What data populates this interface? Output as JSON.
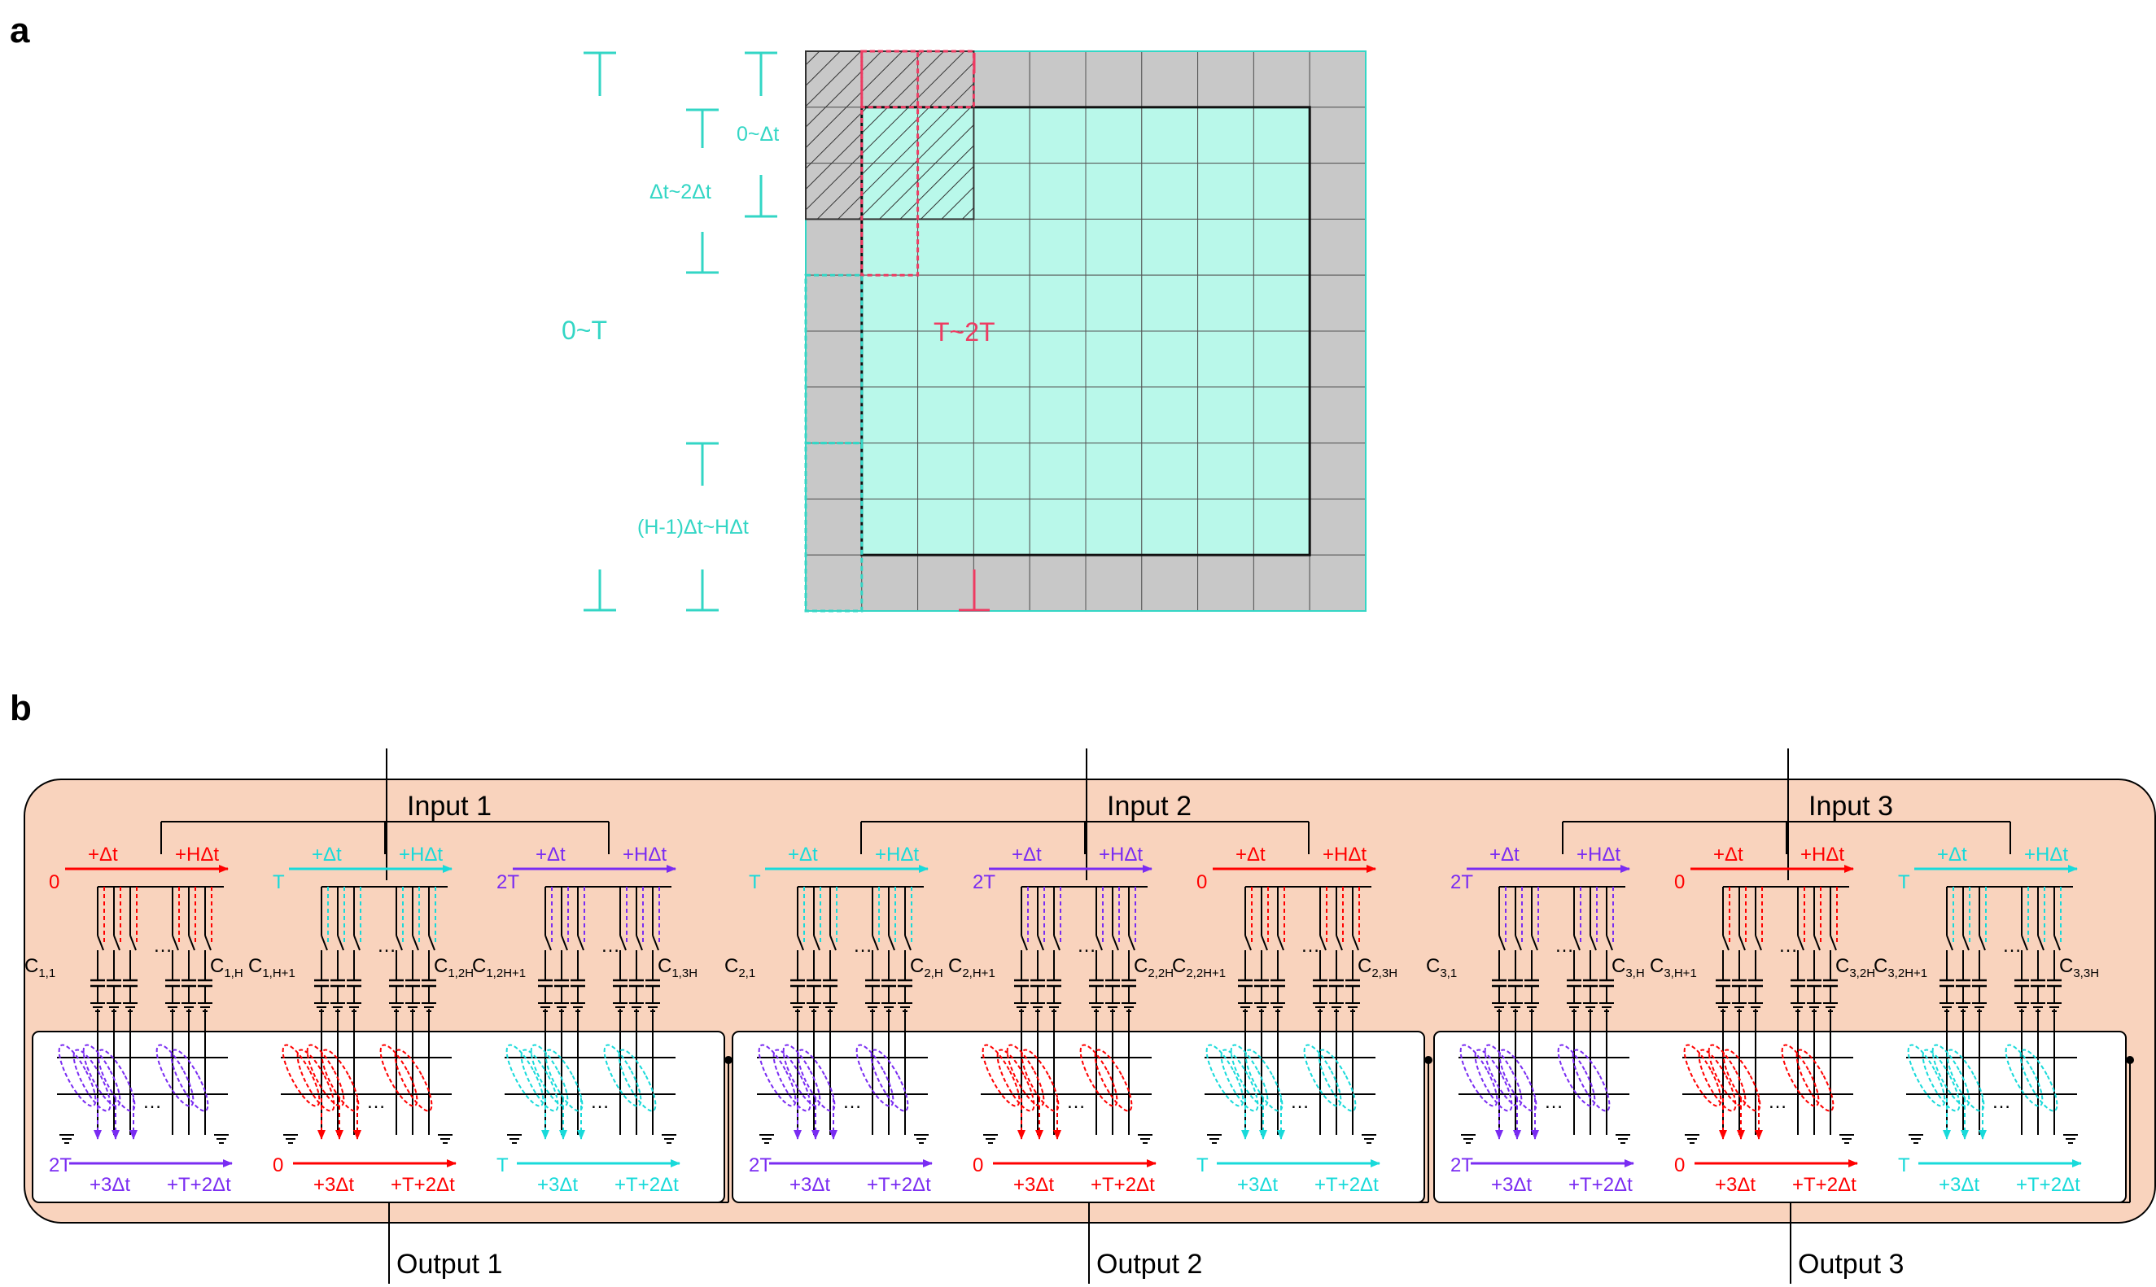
{
  "panel_a": {
    "label": "a",
    "grid": {
      "rows": 10,
      "cols": 10,
      "colors": {
        "padding": "#c8c8c8",
        "active": "#b9f8ea",
        "cyan": "#33d6c5",
        "red": "#ee3b62",
        "grid": "#555555"
      }
    },
    "labels": {
      "range_0_dt": "0~Δt",
      "range_dt_2dt": "Δt~2Δt",
      "range_0_T": "0~T",
      "range_T_2T": "T~2T",
      "range_h": "(H-1)Δt~HΔt"
    }
  },
  "panel_b": {
    "label": "b",
    "colors": {
      "background": "#f9d3bd",
      "red": "#ff0000",
      "cyan": "#18dada",
      "purple": "#7a2cf2"
    },
    "inputs": [
      "Input 1",
      "Input 2",
      "Input 3"
    ],
    "outputs": [
      "Output 1",
      "Output 2",
      "Output 3"
    ],
    "top_arrow": {
      "plus_dt": "+Δt",
      "plus_hdt": "+HΔt"
    },
    "bottom_arrow": {
      "plus_3dt": "+3Δt",
      "plus_t2dt": "+T+2Δt"
    },
    "ellipsis": "…",
    "blocks": [
      {
        "subunits": [
          {
            "start": "0",
            "color": "red",
            "cap_left": "C",
            "cap_left_sub": "1,1",
            "cap_right": "C",
            "cap_right_sub": "1,H",
            "bottom_start": "2T",
            "bottom_color": "purple"
          },
          {
            "start": "T",
            "color": "cyan",
            "cap_left": "C",
            "cap_left_sub": "1,H+1",
            "cap_right": "C",
            "cap_right_sub": "1,2H",
            "bottom_start": "0",
            "bottom_color": "red"
          },
          {
            "start": "2T",
            "color": "purple",
            "cap_left": "C",
            "cap_left_sub": "1,2H+1",
            "cap_right": "C",
            "cap_right_sub": "1,3H",
            "bottom_start": "T",
            "bottom_color": "cyan"
          }
        ]
      },
      {
        "subunits": [
          {
            "start": "T",
            "color": "cyan",
            "cap_left": "C",
            "cap_left_sub": "2,1",
            "cap_right": "C",
            "cap_right_sub": "2,H",
            "bottom_start": "2T",
            "bottom_color": "purple"
          },
          {
            "start": "2T",
            "color": "purple",
            "cap_left": "C",
            "cap_left_sub": "2,H+1",
            "cap_right": "C",
            "cap_right_sub": "2,2H",
            "bottom_start": "0",
            "bottom_color": "red"
          },
          {
            "start": "0",
            "color": "red",
            "cap_left": "C",
            "cap_left_sub": "2,2H+1",
            "cap_right": "C",
            "cap_right_sub": "2,3H",
            "bottom_start": "T",
            "bottom_color": "cyan"
          }
        ]
      },
      {
        "subunits": [
          {
            "start": "2T",
            "color": "purple",
            "cap_left": "C",
            "cap_left_sub": "3,1",
            "cap_right": "C",
            "cap_right_sub": "3,H",
            "bottom_start": "2T",
            "bottom_color": "purple"
          },
          {
            "start": "0",
            "color": "red",
            "cap_left": "C",
            "cap_left_sub": "3,H+1",
            "cap_right": "C",
            "cap_right_sub": "3,2H",
            "bottom_start": "0",
            "bottom_color": "red"
          },
          {
            "start": "T",
            "color": "cyan",
            "cap_left": "C",
            "cap_left_sub": "3,2H+1",
            "cap_right": "C",
            "cap_right_sub": "3,3H",
            "bottom_start": "T",
            "bottom_color": "cyan"
          }
        ]
      }
    ]
  }
}
